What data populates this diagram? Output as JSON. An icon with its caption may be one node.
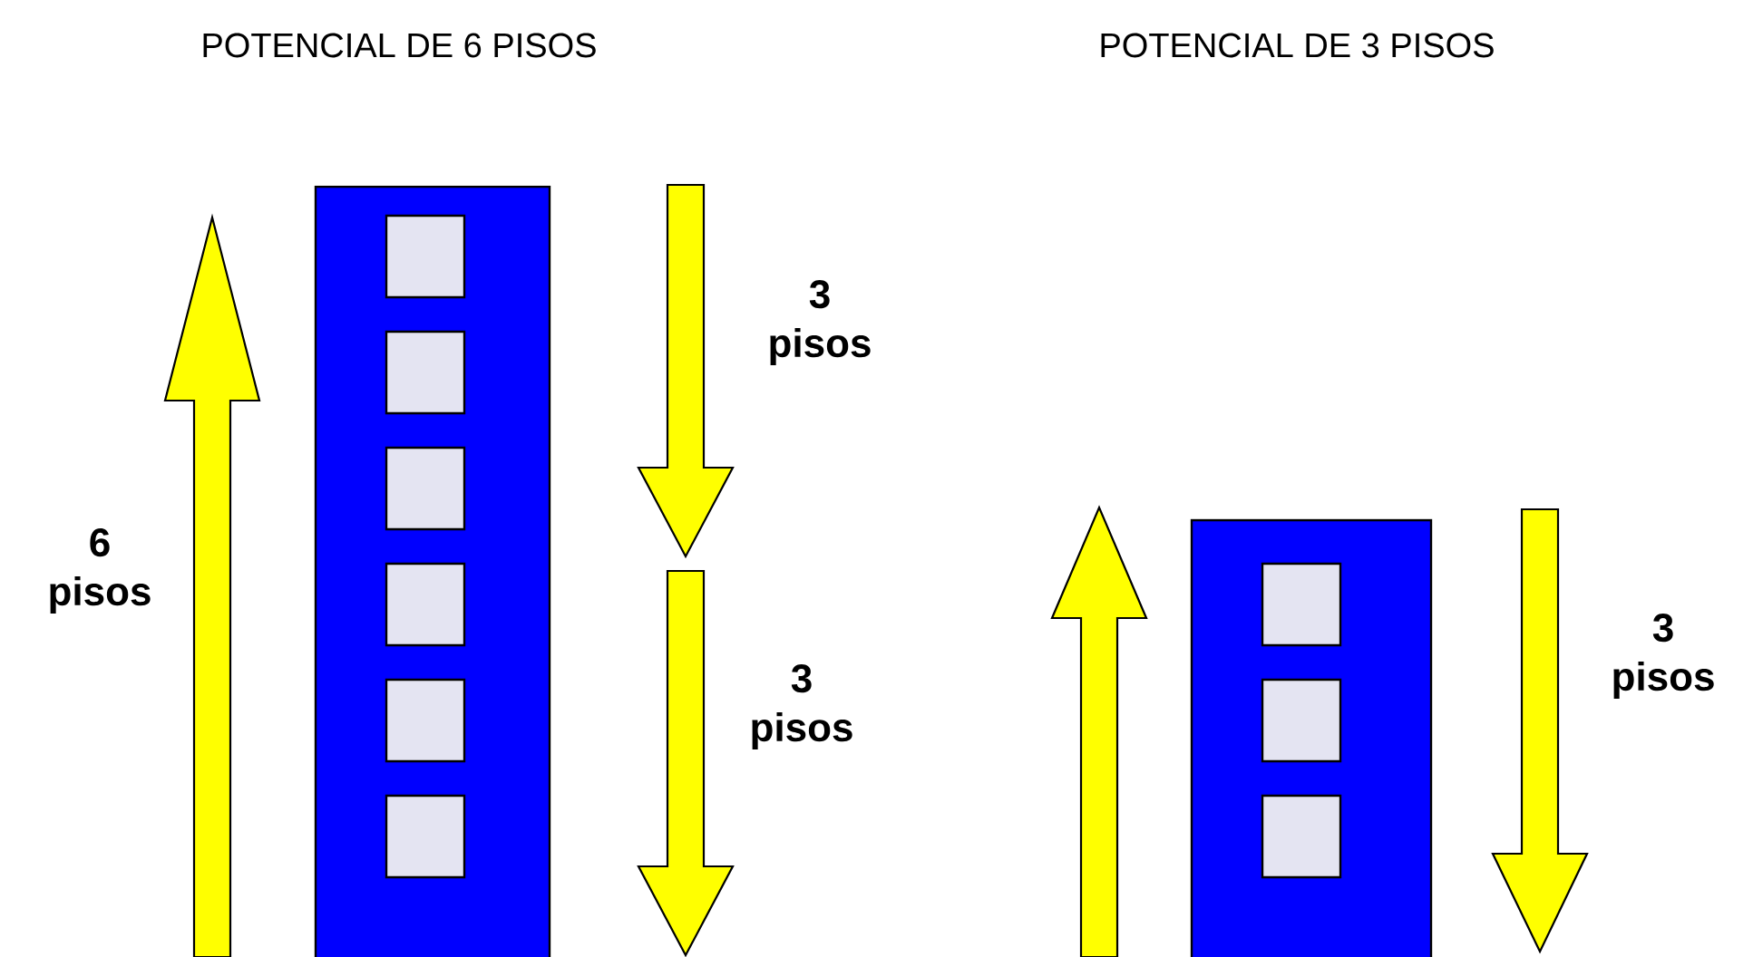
{
  "diagram": {
    "labels": [
      "POTENCIAL DE 6 PISOS",
      "POTENCIAL DE 3 PISOS",
      "6 pisos",
      "3 pisos",
      "3 pisos",
      "3 pisos"
    ]
  }
}
